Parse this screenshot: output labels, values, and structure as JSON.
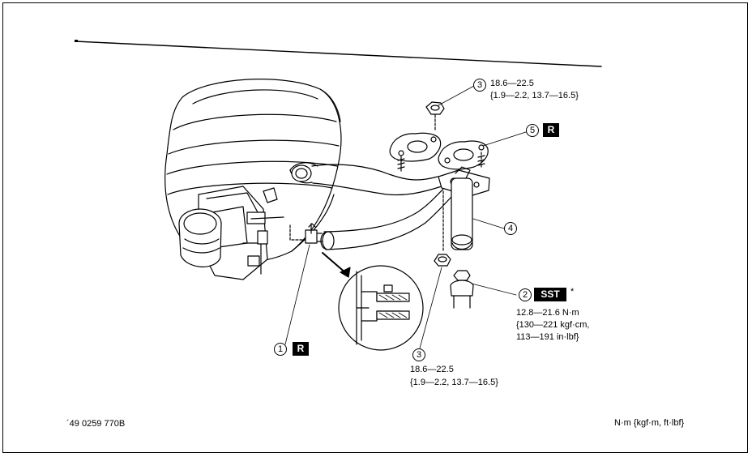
{
  "figure_code": "´49 0259 770B",
  "unit_legend": "N·m {kgf·m,  ft·lbf}",
  "callouts": [
    {
      "num": "1",
      "badge": "R"
    },
    {
      "num": "2",
      "badge": "SST",
      "mark": "*",
      "torque": [
        "12.8—21.6 N·m",
        "{130—221 kgf·cm,",
        "113—191 in·lbf}"
      ]
    },
    {
      "num": "3",
      "torque": [
        "18.6—22.5",
        "{1.9—2.2, 13.7—16.5}"
      ]
    },
    {
      "num": "3",
      "torque": [
        "18.6—22.5",
        "{1.9—2.2, 13.7—16.5}"
      ]
    },
    {
      "num": "4"
    },
    {
      "num": "5",
      "badge": "R"
    }
  ]
}
